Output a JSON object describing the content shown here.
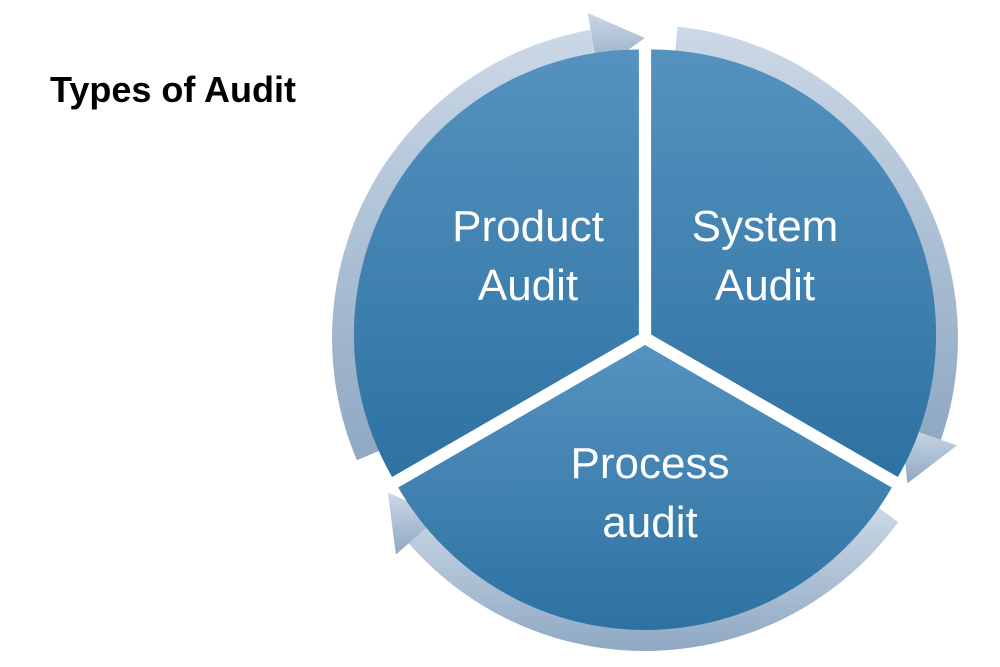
{
  "slide": {
    "title": "Types of Audit"
  },
  "diagram": {
    "type": "segmented-cycle",
    "segments": [
      {
        "line1": "Product",
        "line2": "Audit"
      },
      {
        "line1": "System",
        "line2": "Audit"
      },
      {
        "line1": "Process",
        "line2": "audit"
      }
    ],
    "colors": {
      "segment_light": "#5592bf",
      "segment_dark": "#2d72a2",
      "ring_light": "#cbd8e6",
      "ring_dark": "#8fa8c3"
    }
  }
}
